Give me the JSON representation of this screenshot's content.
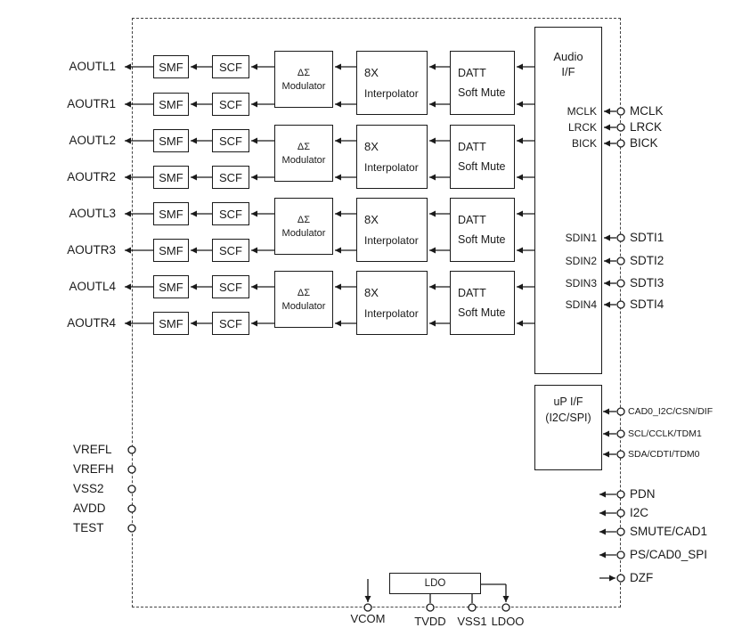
{
  "diagram": {
    "outputs": [
      "AOUTL1",
      "AOUTR1",
      "AOUTL2",
      "AOUTR2",
      "AOUTL3",
      "AOUTR3",
      "AOUTL4",
      "AOUTR4"
    ],
    "blocks": {
      "smf": "SMF",
      "scf": "SCF",
      "modulator": [
        "ΔΣ",
        "Modulator"
      ],
      "interpolator": [
        "8X",
        "Interpolator"
      ],
      "datt": [
        "DATT",
        "Soft Mute"
      ],
      "audio_if": [
        "Audio",
        "I/F"
      ],
      "up_if": [
        "uP I/F",
        "(I2C/SPI)"
      ],
      "ldo": "LDO"
    },
    "audio_if_internal_pins": [
      "MCLK",
      "LRCK",
      "BICK",
      "SDIN1",
      "SDIN2",
      "SDIN3",
      "SDIN4"
    ],
    "audio_pins_external": [
      "MCLK",
      "LRCK",
      "BICK",
      "SDTI1",
      "SDTI2",
      "SDTI3",
      "SDTI4"
    ],
    "up_pins": [
      "CAD0_I2C/CSN/DIF",
      "SCL/CCLK/TDM1",
      "SDA/CDTI/TDM0"
    ],
    "control_pins": [
      "PDN",
      "I2C",
      "SMUTE/CAD1",
      "PS/CAD0_SPI",
      "DZF"
    ],
    "left_pins": [
      "VREFL",
      "VREFH",
      "VSS2",
      "AVDD",
      "TEST"
    ],
    "bottom_pins": [
      "VCOM",
      "TVDD",
      "VSS1",
      "LDOO"
    ]
  }
}
